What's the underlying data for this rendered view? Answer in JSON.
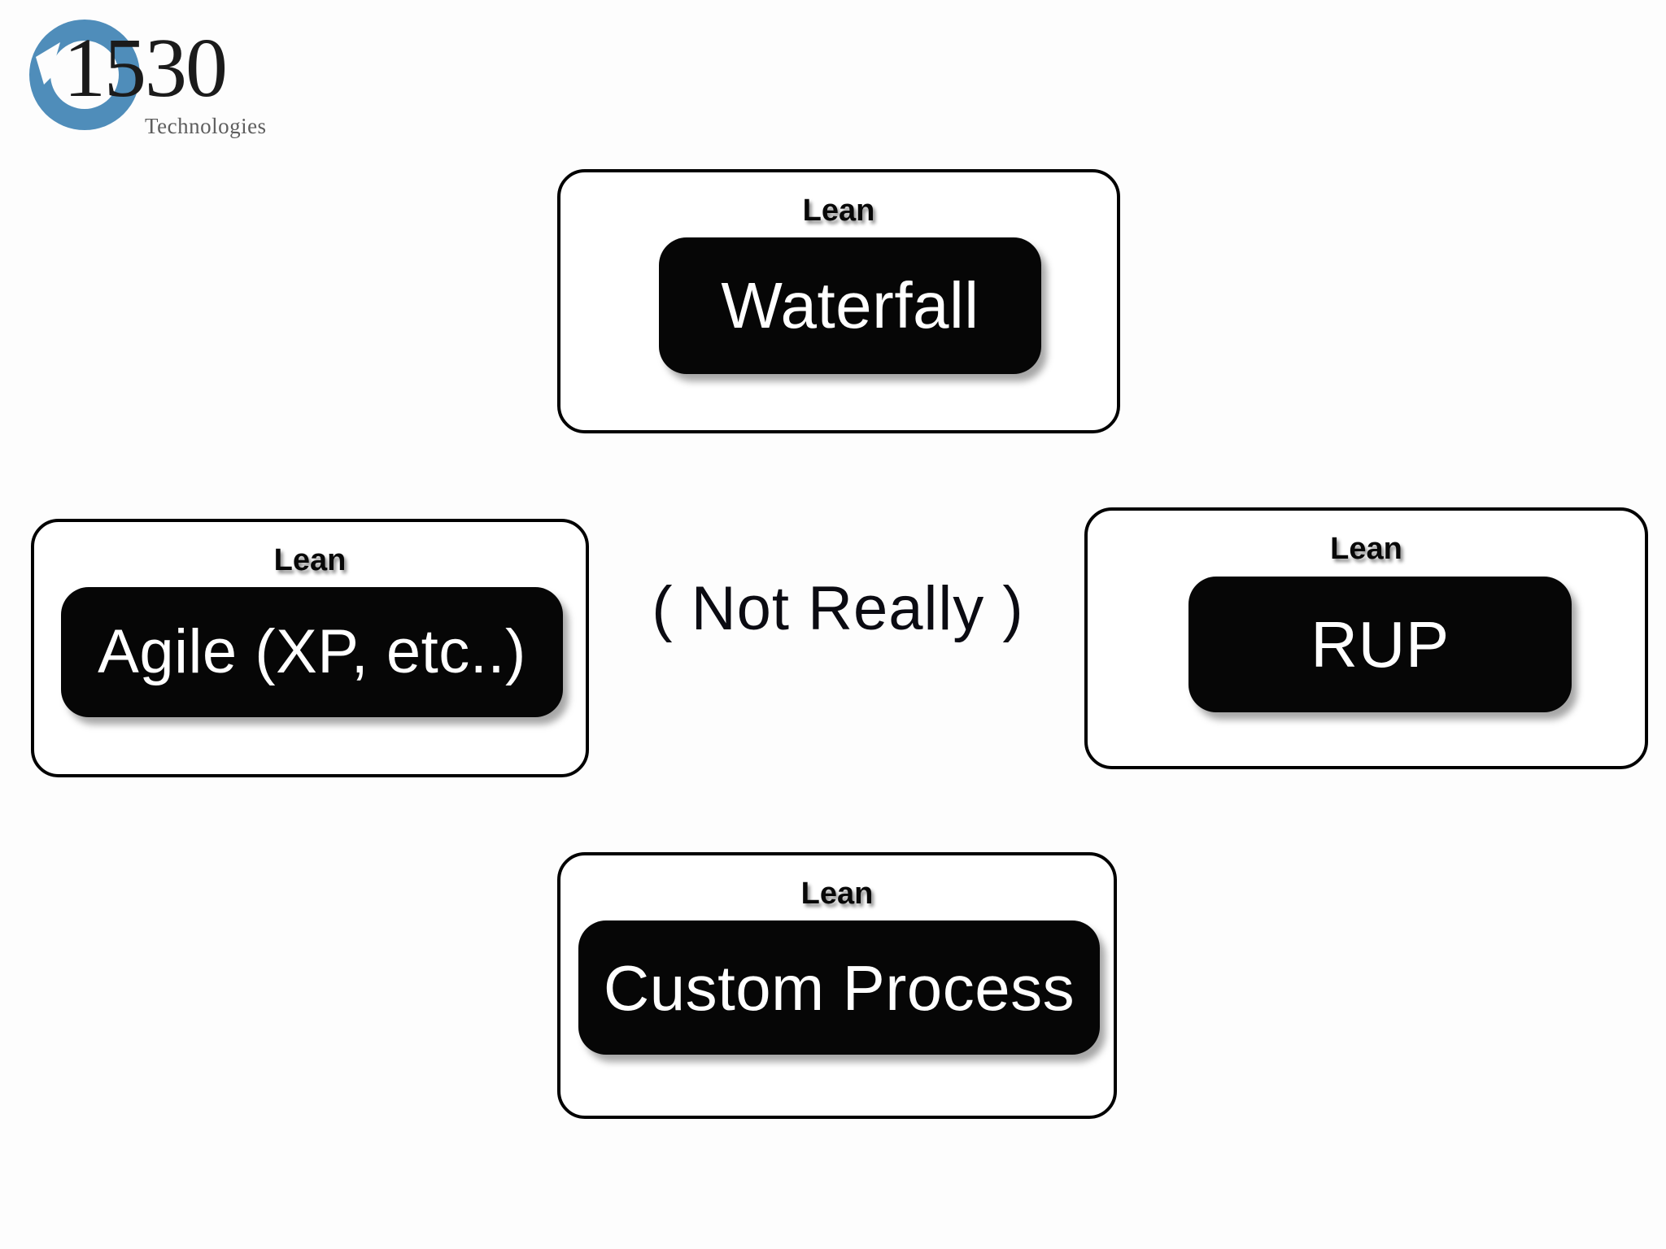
{
  "slide": {
    "background_color": "#fdfdfd",
    "center_note": "( Not Really )"
  },
  "logo": {
    "name": "1530-technologies-logo",
    "wordmark": "1530",
    "subtitle": "Technologies",
    "mark_color": "#4f8dba",
    "wordmark_color": "#1b1b1b",
    "subtitle_color": "#5e5e5e"
  },
  "cards": [
    {
      "id": "waterfall",
      "label": "Lean",
      "title": "Waterfall",
      "position": "top"
    },
    {
      "id": "agile",
      "label": "Lean",
      "title": "Agile (XP, etc..)",
      "position": "left"
    },
    {
      "id": "rup",
      "label": "Lean",
      "title": "RUP",
      "position": "right"
    },
    {
      "id": "custom",
      "label": "Lean",
      "title": "Custom Process",
      "position": "bottom"
    }
  ],
  "colors": {
    "pill_fill": "#060606",
    "pill_text": "#ffffff",
    "card_border": "#000000",
    "card_fill": "#ffffff",
    "label_text": "#080808"
  }
}
